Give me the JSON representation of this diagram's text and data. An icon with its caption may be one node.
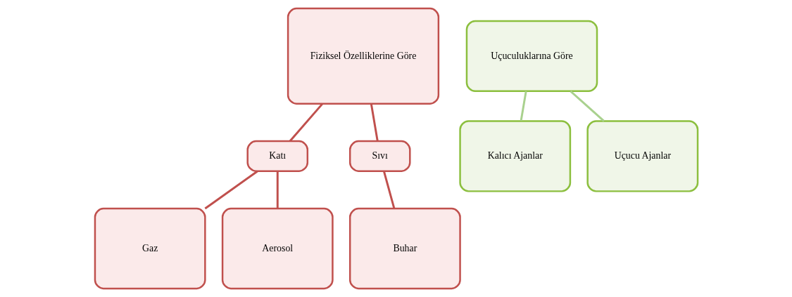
{
  "diagram": {
    "nodes": [
      {
        "text": [
          "Fiziksel Özelliklerine Göre"
        ]
      },
      {
        "text": [
          "Katı"
        ]
      },
      {
        "text": [
          "Sıvı"
        ]
      },
      {
        "text": [
          "Gaz"
        ]
      },
      {
        "text": [
          "Aerosol"
        ]
      },
      {
        "text": [
          "Buhar"
        ]
      },
      {
        "text": [
          "Uçuculuklarına Göre"
        ]
      },
      {
        "text": [
          "Kalıcı Ajanlar"
        ]
      },
      {
        "text": [
          "Uçucu Ajanlar"
        ]
      }
    ],
    "edges": [
      {
        "from": 0,
        "to": 1,
        "arrow": "none"
      },
      {
        "from": 0,
        "to": 2,
        "arrow": "none"
      },
      {
        "from": 1,
        "to": 3,
        "arrow": "none"
      },
      {
        "from": 1,
        "to": 4,
        "arrow": "none"
      },
      {
        "from": 2,
        "to": 5,
        "arrow": "none"
      },
      {
        "from": 6,
        "to": 7,
        "arrow": "none",
        "color": "#a9d18e"
      },
      {
        "from": 6,
        "to": 8,
        "arrow": "none",
        "color": "#a9d18e"
      }
    ]
  }
}
